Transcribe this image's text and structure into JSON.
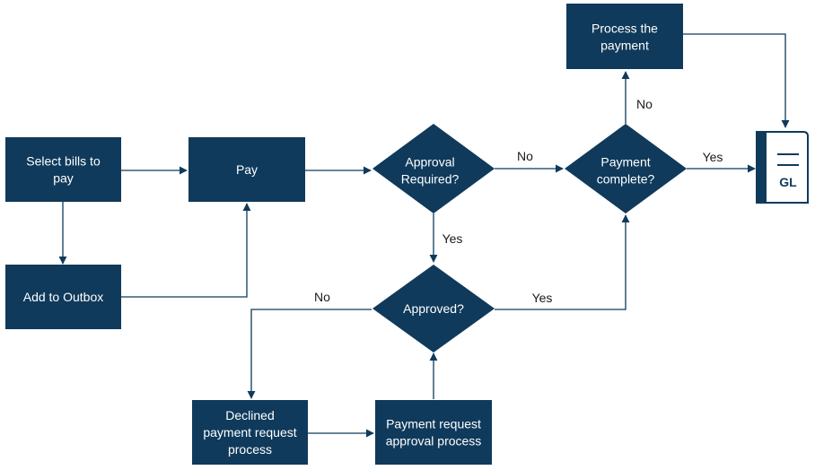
{
  "nodes": {
    "select_bills": [
      "Select bills to",
      "pay"
    ],
    "add_outbox": [
      "Add to Outbox"
    ],
    "pay": [
      "Pay"
    ],
    "approval_required": [
      "Approval",
      "Required?"
    ],
    "payment_complete": [
      "Payment",
      "complete?"
    ],
    "process_payment": [
      "Process the",
      "payment"
    ],
    "approved": [
      "Approved?"
    ],
    "declined": [
      "Declined",
      "payment request",
      "process"
    ],
    "approval_process": [
      "Payment request",
      "approval process"
    ],
    "gl": "GL"
  },
  "edge_labels": {
    "approval_required_no": "No",
    "approval_required_yes": "Yes",
    "payment_complete_no": "No",
    "payment_complete_yes": "Yes",
    "approved_no": "No",
    "approved_yes": "Yes"
  },
  "colors": {
    "node_fill": "#0f3a5b",
    "line": "#0f3a5b"
  }
}
